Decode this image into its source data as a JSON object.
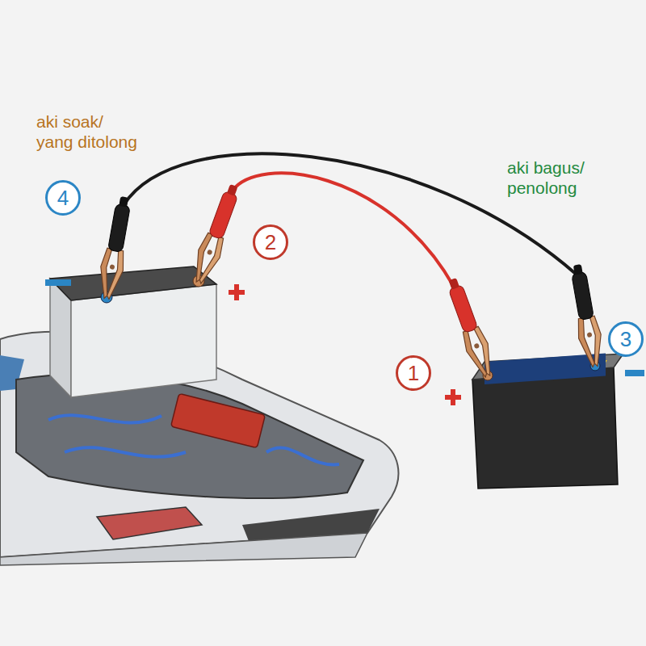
{
  "diagram": {
    "nodes": [
      {
        "text": [
          "4"
        ]
      },
      {
        "text": [
          "2"
        ]
      },
      {
        "text": [
          "3"
        ]
      },
      {
        "text": [
          "1"
        ]
      }
    ],
    "labels": [
      "aki soak/ yang ditolong",
      "aki bagus/ penolong"
    ]
  }
}
